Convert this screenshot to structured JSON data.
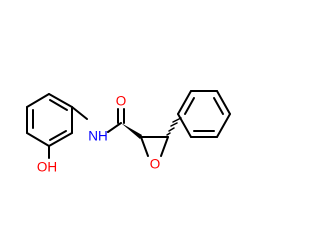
{
  "labels": {
    "carbonyl_oxygen": "O",
    "amide_nitrogen": "NH",
    "hydroxyl": "OH",
    "epoxide_oxygen": "O"
  },
  "colors": {
    "bond": "#000000",
    "oxygen": "#ff0000",
    "nitrogen": "#0000ff"
  }
}
